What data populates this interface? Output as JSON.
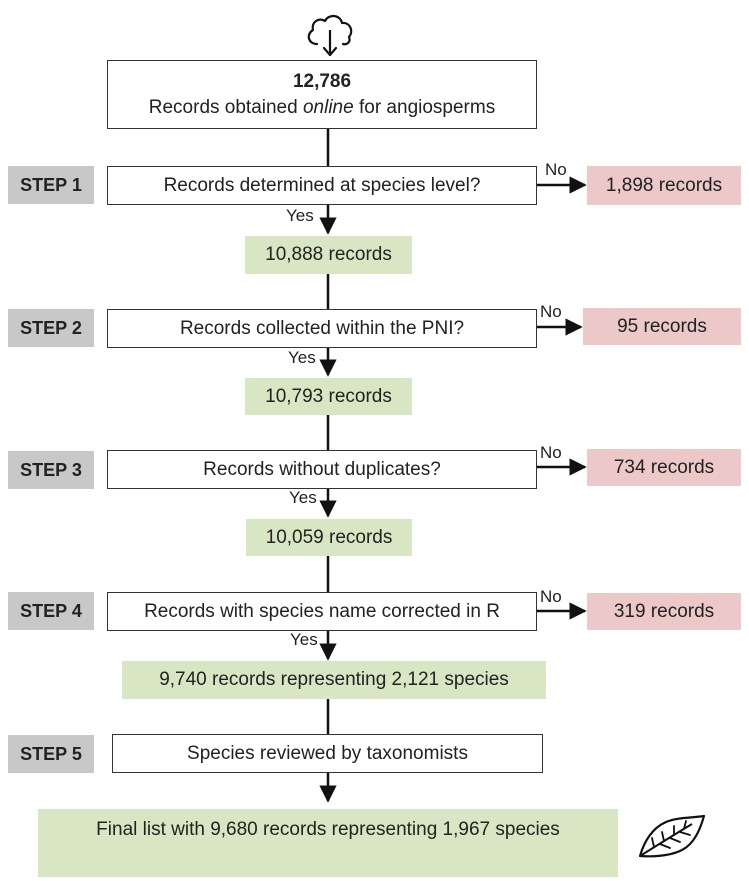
{
  "start": {
    "count": "12,786",
    "text_before": "Records obtained ",
    "text_italic": "online",
    "text_after": " for angiosperms"
  },
  "steps": [
    {
      "label": "STEP 1",
      "question": "Records determined at species level?",
      "no_label": "No",
      "removed": "1,898 records",
      "yes_label": "Yes",
      "remaining": "10,888 records"
    },
    {
      "label": "STEP 2",
      "question": "Records collected within the PNI?",
      "no_label": "No",
      "removed": "95 records",
      "yes_label": "Yes",
      "remaining": "10,793 records"
    },
    {
      "label": "STEP 3",
      "question": "Records without duplicates?",
      "no_label": "No",
      "removed": "734 records",
      "yes_label": "Yes",
      "remaining": "10,059 records"
    },
    {
      "label": "STEP 4",
      "question": "Records with species name corrected in R",
      "no_label": "No",
      "removed": "319 records",
      "yes_label": "Yes",
      "remaining": "9,740 records representing 2,121 species"
    },
    {
      "label": "STEP 5",
      "question": "Species reviewed by taxonomists"
    }
  ],
  "final": {
    "text": "Final list with 9,680 records representing 1,967 species"
  },
  "icons": {
    "top": "cloud-download-icon",
    "bottom": "leaf-icon"
  },
  "colors": {
    "step_gray": "#c8c8c8",
    "kept_green": "#d8e6c4",
    "removed_red": "#ecc8c8",
    "line": "#111111"
  }
}
